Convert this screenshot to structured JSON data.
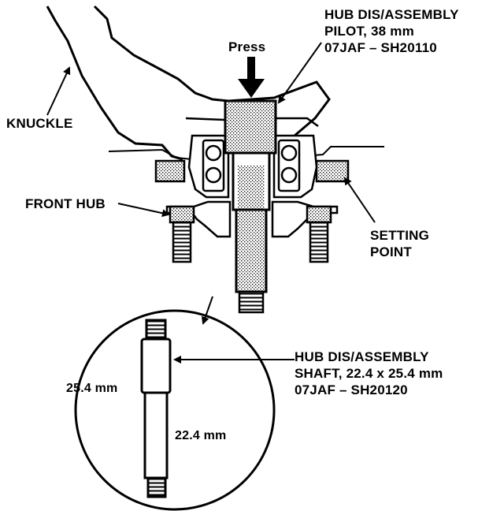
{
  "labels": {
    "press": "Press",
    "knuckle": "KNUCKLE",
    "front_hub": "FRONT HUB",
    "pilot": [
      "HUB DIS/ASSEMBLY",
      "PILOT, 38 mm",
      "07JAF – SH20110"
    ],
    "setting_point": [
      "SETTING",
      "POINT"
    ],
    "shaft": [
      "HUB DIS/ASSEMBLY",
      "SHAFT, 22.4 x 25.4 mm",
      "07JAF – SH20120"
    ],
    "dim_large": "25.4 mm",
    "dim_small": "22.4 mm"
  }
}
